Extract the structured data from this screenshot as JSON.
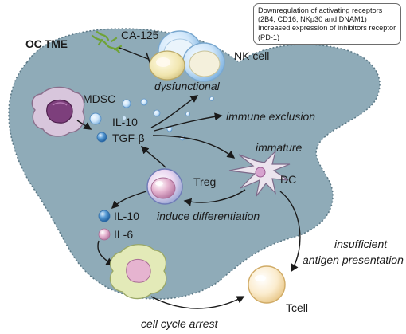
{
  "title": "OC TME",
  "callout": {
    "lines": [
      "Downregulation of activating receptors",
      "(2B4, CD16, NKp30 and DNAM1)",
      "Increased expression of inhibitors receptors",
      "(PD-1)"
    ]
  },
  "cells": {
    "nk": "NK cell",
    "mdsc": "MDSC",
    "treg": "Treg",
    "dc": "DC",
    "tcell": "Tcell"
  },
  "factors": {
    "ca125": "CA-125",
    "il10_top": "IL-10",
    "tgfb": "TGF-β",
    "il10_bottom": "IL-10",
    "il6": "IL-6"
  },
  "effects": {
    "dysfunctional": "dysfunctional",
    "immune_exclusion": "immune exclusion",
    "immature": "immature",
    "induce_differentiation": "induce differentiation",
    "insufficient_line1": "insufficient",
    "insufficient_line2": "antigen presentation",
    "cell_cycle_arrest": "cell cycle arrest"
  },
  "colors": {
    "tme_fill": "#8fabb8",
    "tme_border": "#5d7a88",
    "nk": "#f1e6b0",
    "mdsc": "#d8c6dc",
    "mdsc_nucleus": "#7d3f7c",
    "treg": "#e6b4d0",
    "dc": "#ece4ee",
    "tcell": "#fbe9c6",
    "macrophage": "#e3eab8",
    "bubble": "#3f86c9",
    "ca125": "#8bc34a"
  }
}
